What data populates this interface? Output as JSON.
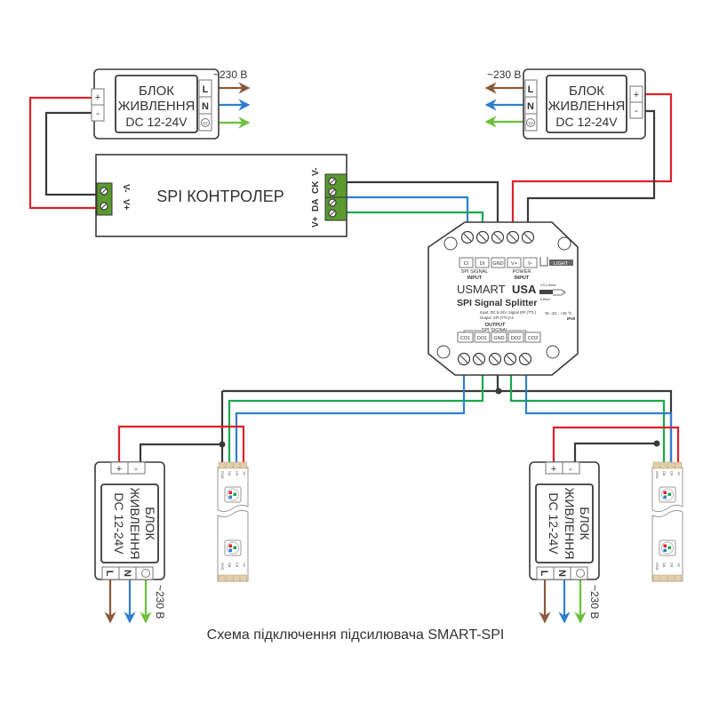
{
  "caption": "Схема підключення підсилювача SMART-SPI",
  "colors": {
    "live": "#8a5a3c",
    "neutral": "#2f7fcf",
    "earth": "#6cbf3a",
    "positive": "#e0202a",
    "negative": "#3a3a3a",
    "data_blue": "#2f7fcf",
    "data_green": "#1aa84a",
    "terminal_green": "#5a9a2f"
  },
  "power_supply": {
    "title_line1": "БЛОК",
    "title_line2": "ЖИВЛЕННЯ",
    "title_line3": "DC 12-24V",
    "ac_label": "~230 В",
    "terminal_l": "L",
    "terminal_n": "N",
    "terminal_plus": "+",
    "terminal_minus": "-"
  },
  "controller": {
    "title": "SPI КОНТРОЛЕР",
    "left_terminals": [
      "V-",
      "V+"
    ],
    "right_terminals": [
      "V-",
      "CK",
      "DA",
      "V+"
    ]
  },
  "splitter": {
    "brand": "USMART",
    "brand_suffix": "USA",
    "logo": "LIGHT",
    "model": "SPI Signal Splitter",
    "input_terminals": [
      "CI",
      "DI",
      "GND",
      "V+",
      "V-"
    ],
    "input_group_signal": "SPI SIGNAL",
    "input_group_power": "POWER",
    "input_label": "INPUT",
    "spec_line1": "Input: DC 5-24V, Signal SPI (TTL)",
    "spec_line2": "Output: SPI (TTL)×2",
    "temp": "Ta: -20... +45 °C",
    "ip": "IP20",
    "wire_spec": "0.5-2.5mm²",
    "strip_len": "6-8mm",
    "output_label": "OUTPUT",
    "output_group": "SPI SIGNAL",
    "output_terminals": [
      "CO1",
      "DO1",
      "GND",
      "DO2",
      "CO2"
    ]
  },
  "led_strip": {
    "pads": [
      "GND",
      "DA",
      "CK",
      "+V"
    ]
  }
}
